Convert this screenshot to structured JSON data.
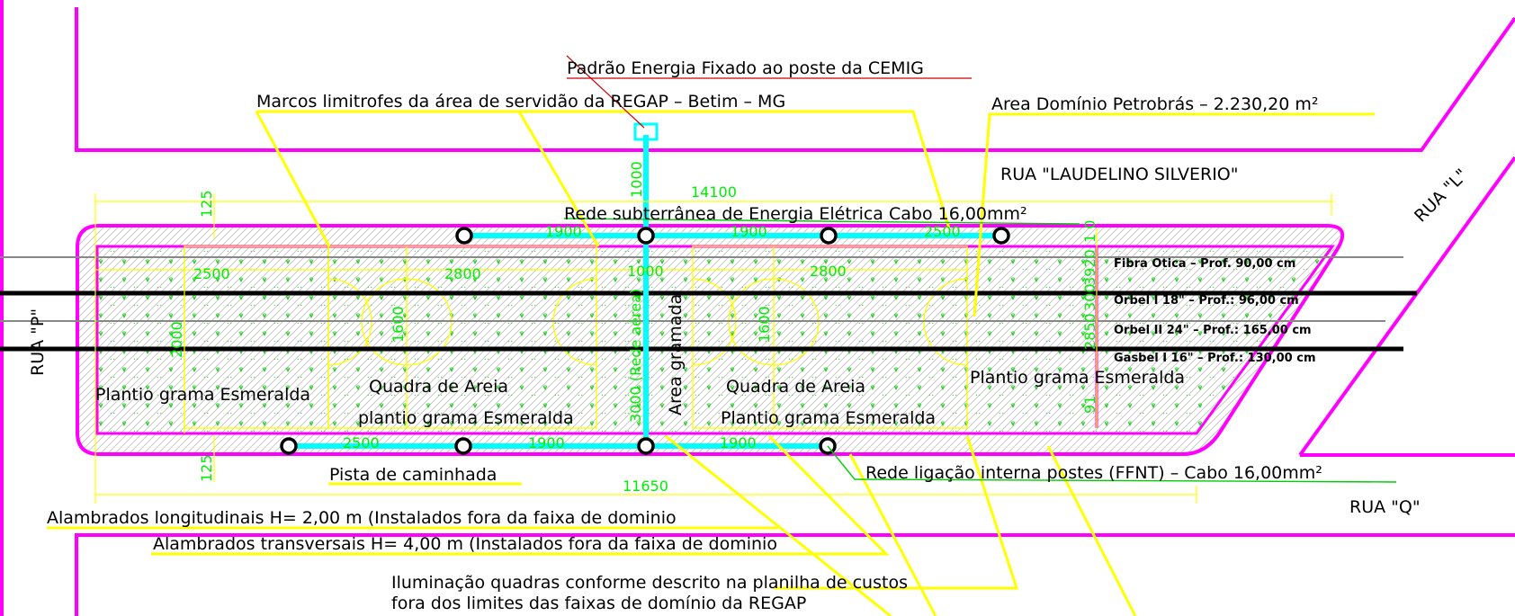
{
  "annotations": {
    "padrao_energia": "Padrão Energia Fixado ao poste da CEMIG",
    "marcos": "Marcos  limitrofes da área de servidão da REGAP – Betim – MG",
    "area_dominio": "Area Domínio Petrobrás – 2.230,20 m²",
    "rede_subterranea": "Rede subterrânea de Energia Elétrica Cabo 16,00mm²",
    "rede_ligacao": "Rede ligação interna postes (FFNT) –   Cabo 16,00mm²",
    "alambrados_long": "Alambrados longitudinais H= 2,00 m (Instalados fora da faixa de dominio",
    "alambrados_transv": "Alambrados transversais H= 4,00 m (Instalados fora da faixa de dominio",
    "iluminacao_1": "Iluminação quadras conforme descrito na planilha de custos",
    "iluminacao_2": "fora dos limites das faixas de domínio da REGAP",
    "pista": "Pista de caminhada"
  },
  "areas": {
    "plantio_left": "Plantio  grama  Esmeralda",
    "quadra_areia_1": "Quadra  de  Areia",
    "plantio_quadra_1": "plantio  grama  Esmeralda",
    "quadra_areia_2": "Quadra  de  Areia",
    "plantio_quadra_2": "Plantio  grama  Esmeralda",
    "plantio_right": "Plantio  grama  Esmeralda",
    "area_gramada": "Area  gramada",
    "rede_aerea": "3000  (Rede aérea)"
  },
  "streets": {
    "laudelino": "RUA  \"LAUDELINO  SILVERIO\"",
    "rua_p": "RUA  \"P\"",
    "rua_l": "RUA  \"L\"",
    "rua_q": "RUA  \"Q\""
  },
  "pipelines": [
    "Fibra  Otica  –  Prof.  90,00  cm",
    "Orbel  I  18\"  –  Prof.:  96,00  cm",
    "Orbel  II  24\"  –  Prof.:  165,00  cm",
    "Gasbel  I  16\"  –  Prof.:  130,00  cm"
  ],
  "dimensions": {
    "d14100": "14100",
    "d11650": "11650",
    "d125_top": "125",
    "d125_bot": "125",
    "d2500_a": "2500",
    "d2800_a": "2800",
    "d1000": "1000",
    "d2800_b": "2800",
    "d1600_a": "1600",
    "d1600_b": "1600",
    "d2000": "2000",
    "d1900_a": "1900",
    "d1900_b": "1900",
    "d2500_b": "2500",
    "d1000_v": "1000",
    "d2500_c": "2500",
    "d1900_c": "1900",
    "d1900_d": "1900",
    "d3920": "3920",
    "d2850": "2850",
    "d1_0": "1 0",
    "d300": "300",
    "d91": "91"
  },
  "colors": {
    "boundary": "#ff00ff",
    "leader": "#ffff00",
    "cable": "#00ffff",
    "dimension": "#00ee00",
    "pipeline": "#000000"
  }
}
